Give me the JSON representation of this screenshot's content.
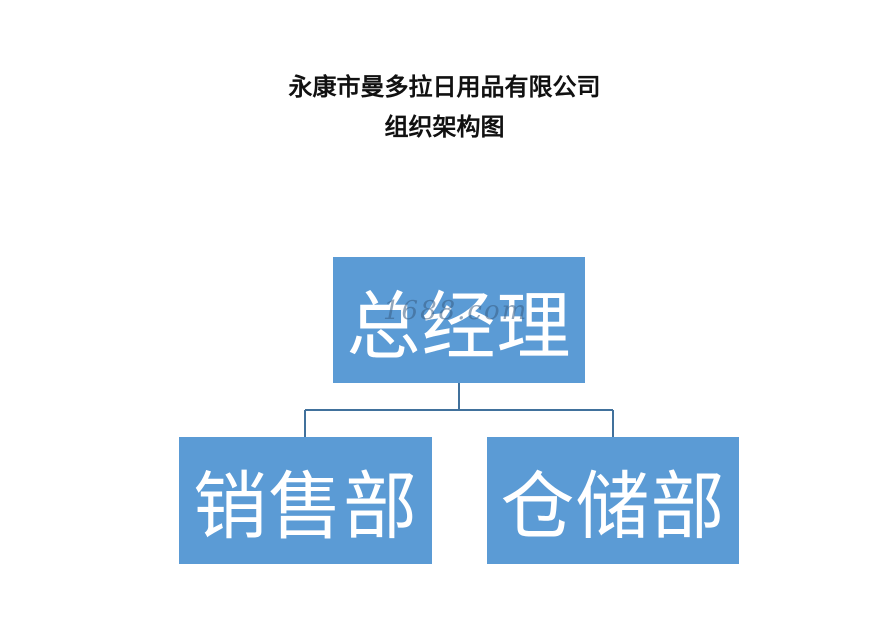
{
  "title": {
    "company": "永康市曼多拉日用品有限公司",
    "subtitle": "组织架构图"
  },
  "org_chart": {
    "root": "总经理",
    "children": [
      "销售部",
      "仓储部"
    ]
  },
  "watermark": "1688.com",
  "colors": {
    "box_fill": "#5b9bd5",
    "box_text": "#ffffff",
    "connector": "#41719c",
    "watermark": "#3a5f85"
  }
}
